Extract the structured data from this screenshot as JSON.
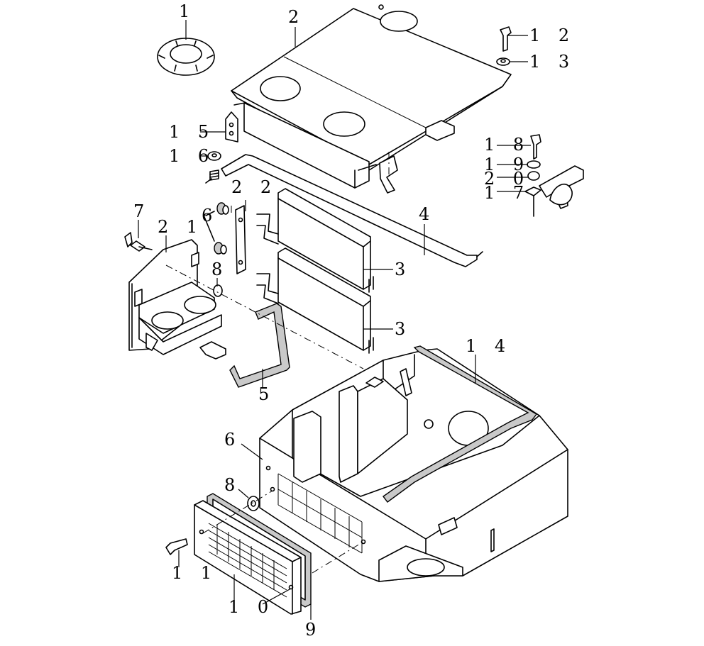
{
  "callouts": [
    {
      "id": "c1",
      "text": "1"
    },
    {
      "id": "c2",
      "text": "2"
    },
    {
      "id": "c12",
      "text": "1 2"
    },
    {
      "id": "c13",
      "text": "1 3"
    },
    {
      "id": "c15",
      "text": "1 5"
    },
    {
      "id": "c16",
      "text": "1 6"
    },
    {
      "id": "c18",
      "text": "1 8"
    },
    {
      "id": "c19",
      "text": "1 9"
    },
    {
      "id": "c20",
      "text": "2 0"
    },
    {
      "id": "c17",
      "text": "1 7"
    },
    {
      "id": "c22",
      "text": "2 2"
    },
    {
      "id": "c4",
      "text": "4"
    },
    {
      "id": "c7",
      "text": "7"
    },
    {
      "id": "c21",
      "text": "2 1"
    },
    {
      "id": "c6a",
      "text": "6"
    },
    {
      "id": "c8a",
      "text": "8"
    },
    {
      "id": "c3a",
      "text": "3"
    },
    {
      "id": "c3b",
      "text": "3"
    },
    {
      "id": "c5",
      "text": "5"
    },
    {
      "id": "c14",
      "text": "1 4"
    },
    {
      "id": "c6b",
      "text": "6"
    },
    {
      "id": "c8b",
      "text": "8"
    },
    {
      "id": "c11",
      "text": "1 1"
    },
    {
      "id": "c10",
      "text": "1 0"
    },
    {
      "id": "c9",
      "text": "9"
    }
  ]
}
